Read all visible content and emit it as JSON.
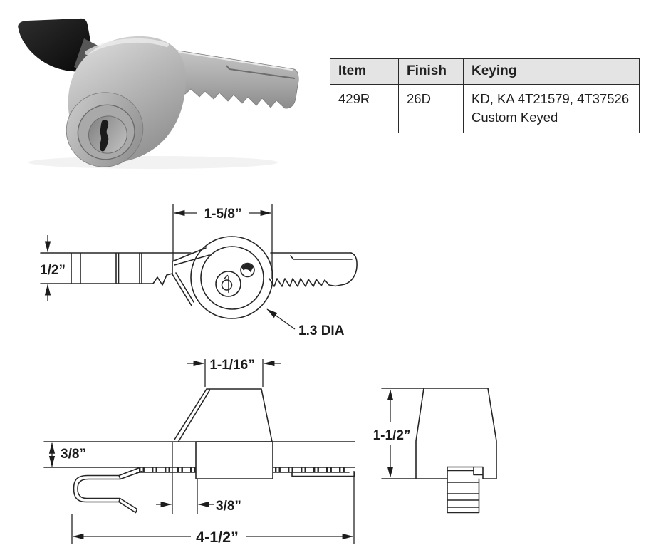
{
  "colors": {
    "drawing_line": "#262626",
    "dimension_text": "#1c1c1c",
    "table_border": "#2a2a2a",
    "table_header_bg": "#e4e4e5"
  },
  "spec_table": {
    "columns": [
      "Item",
      "Finish",
      "Keying"
    ],
    "row": {
      "item": "429R",
      "finish": "26D",
      "keying": [
        "KD, KA 4T21579, 4T37526",
        "Custom Keyed"
      ]
    }
  },
  "front_view": {
    "width_label": "1-5/8”",
    "thickness_label": "1/2”",
    "diameter_label": "1.3 DIA"
  },
  "plan_view": {
    "body_width_label": "1-1/16”",
    "bar_thickness_label": "3/8”",
    "body_offset_label": "3/8”",
    "overall_length_label": "4-1/2”"
  },
  "end_view": {
    "height_label": "1-1/2”"
  }
}
